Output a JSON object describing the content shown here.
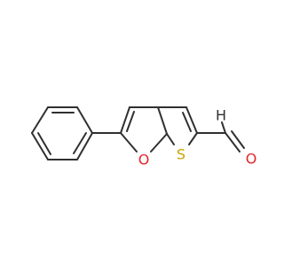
{
  "molecule": {
    "atoms": {
      "oxygen_ring": {
        "symbol": "O",
        "color": "#e8232d"
      },
      "sulfur_ring": {
        "symbol": "S",
        "color": "#c9a300"
      },
      "oxygen_aldehyde": {
        "symbol": "O",
        "color": "#e8232d"
      },
      "hydrogen_aldehyde": {
        "symbol": "H",
        "color": "#303030"
      }
    },
    "bond_color": "#303030"
  }
}
